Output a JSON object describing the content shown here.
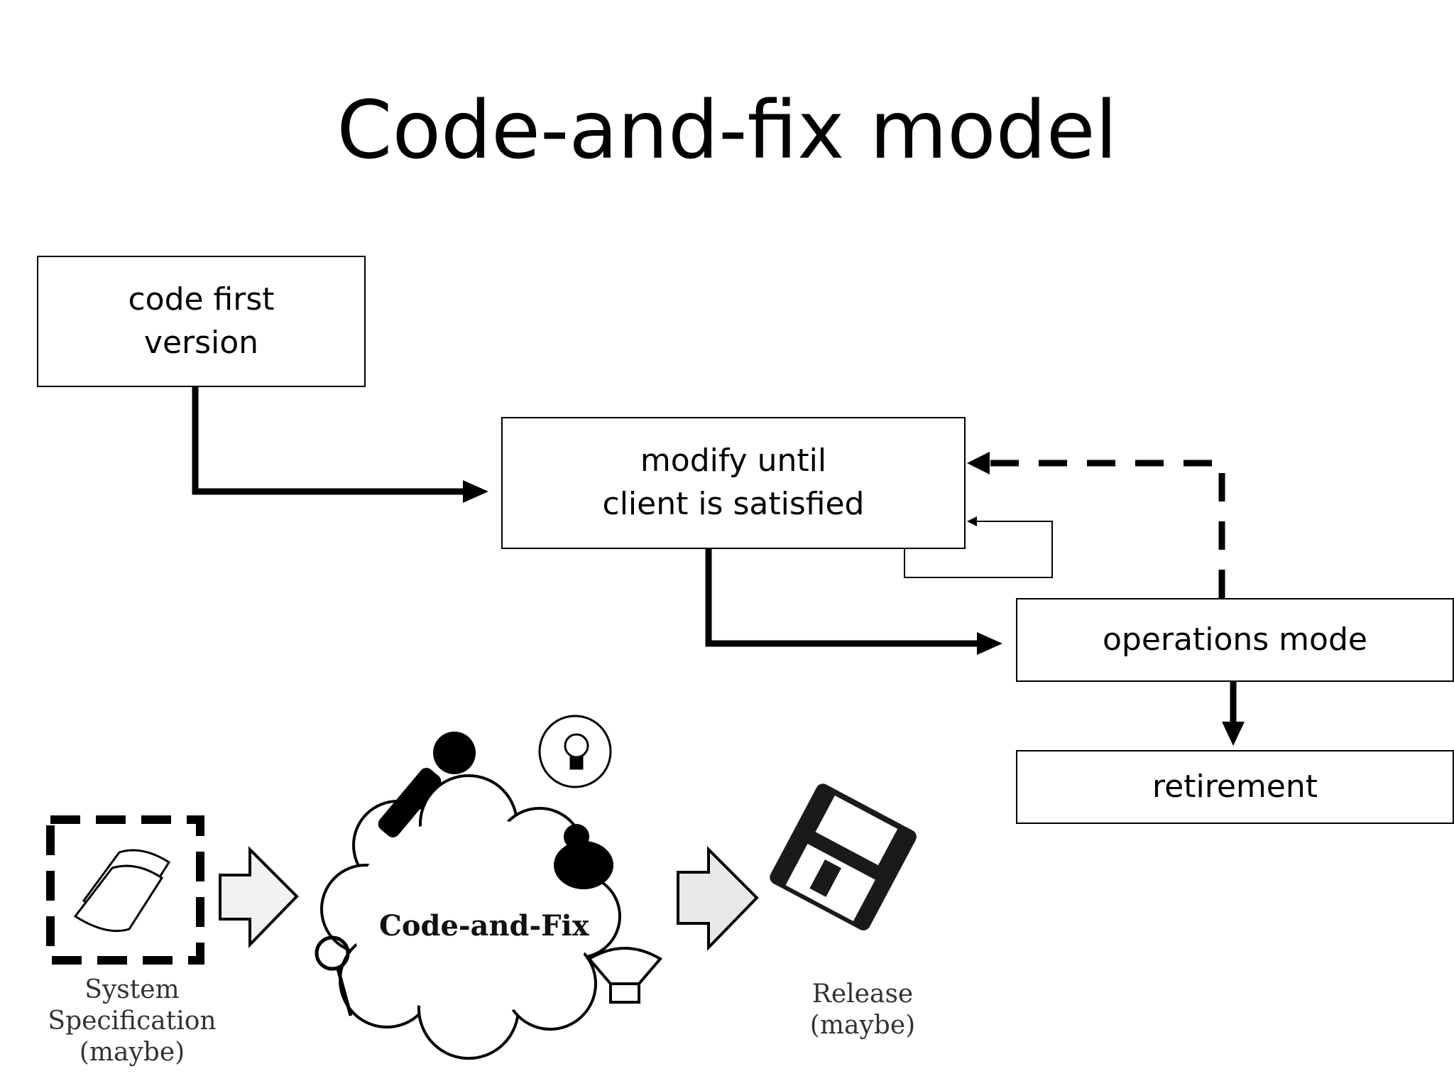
{
  "title": "Code-and-fix model",
  "boxes": {
    "code_first": [
      "code first",
      "version"
    ],
    "modify": [
      "modify until",
      "client is satisfied"
    ],
    "operations": [
      "operations mode"
    ],
    "retirement": [
      "retirement"
    ]
  },
  "illustration": {
    "system_specification": [
      "System",
      "Specification",
      "(maybe)"
    ],
    "code_and_fix": "Code-and-Fix",
    "release": [
      "Release",
      "(maybe)"
    ]
  }
}
